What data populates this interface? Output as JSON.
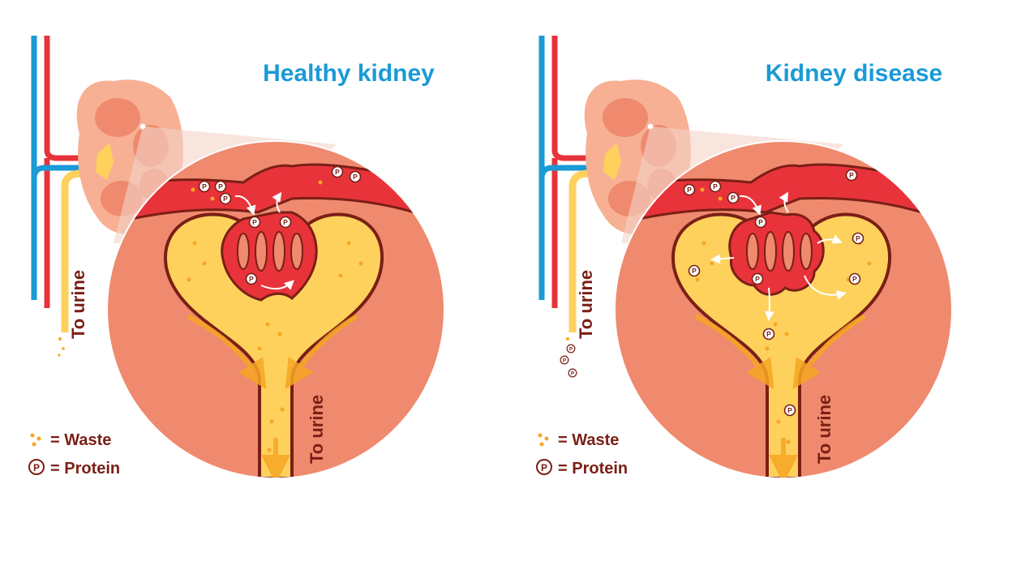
{
  "panels": [
    {
      "title": "Healthy kidney",
      "outer_label": "To urine",
      "inner_label": "To urine"
    },
    {
      "title": "Kidney disease",
      "outer_label": "To urine",
      "inner_label": "To urine"
    }
  ],
  "legend": {
    "waste_label": "= Waste",
    "protein_label": "= Protein",
    "protein_symbol": "P"
  },
  "colors": {
    "title": "#1a9ad6",
    "artery": "#e8333a",
    "vein": "#1a9ad6",
    "capsule_fill": "#fdd15c",
    "tissue": "#ef8a6e",
    "label": "#7a1f16",
    "waste": "#f6a623"
  }
}
